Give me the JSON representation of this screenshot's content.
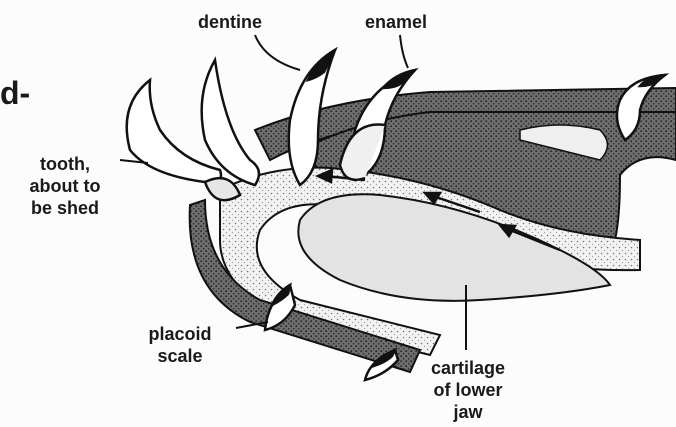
{
  "labels": {
    "fragment": "d-",
    "dentine": "dentine",
    "enamel": "enamel",
    "tooth_line1": "tooth,",
    "tooth_line2": "about to",
    "tooth_line3": "be shed",
    "placoid_line1": "placoid",
    "placoid_line2": "scale",
    "cartilage_line1": "cartilage",
    "cartilage_line2": "of lower",
    "cartilage_line3": "jaw"
  }
}
